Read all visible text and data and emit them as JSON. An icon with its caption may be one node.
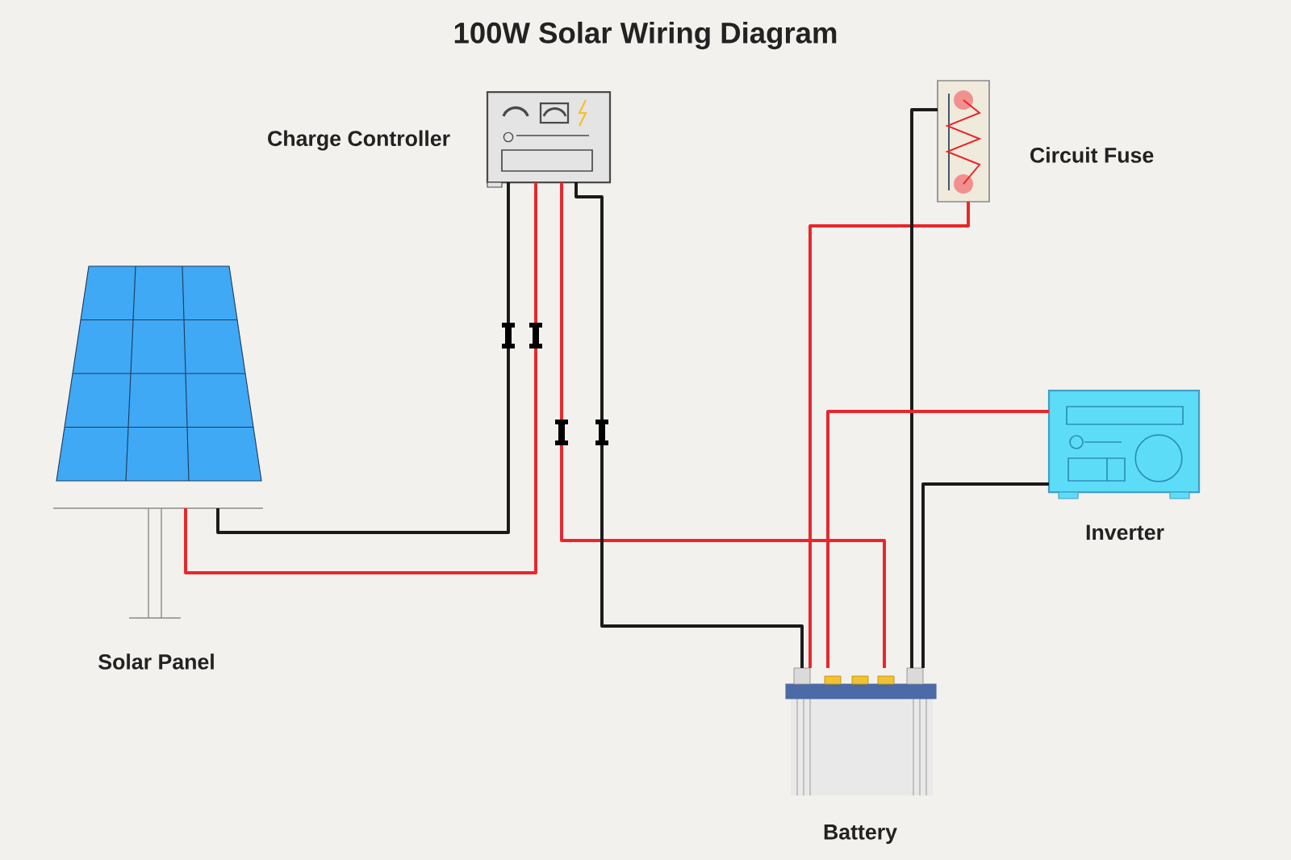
{
  "diagram": {
    "title": "100W Solar Wiring Diagram",
    "nodes": [
      {
        "text": [
          "Charge Controller"
        ]
      },
      {
        "text": [
          "Circuit Fuse"
        ]
      },
      {
        "text": [
          "Solar Panel"
        ]
      },
      {
        "text": [
          "Inverter"
        ]
      },
      {
        "text": [
          "Battery"
        ]
      }
    ],
    "edges": [
      {
        "from": 2,
        "to": 0,
        "arrow": "none",
        "color": "#1a1a1a"
      },
      {
        "from": 2,
        "to": 0,
        "arrow": "none",
        "color": "#e8262b"
      },
      {
        "from": 0,
        "to": 4,
        "arrow": "none",
        "color": "#e8262b"
      },
      {
        "from": 0,
        "to": 4,
        "arrow": "none",
        "color": "#1a1a1a"
      },
      {
        "from": 1,
        "to": 4,
        "arrow": "none",
        "color": "#e8262b"
      },
      {
        "from": 1,
        "to": 4,
        "arrow": "none",
        "color": "#1a1a1a"
      },
      {
        "from": 3,
        "to": 4,
        "arrow": "none",
        "color": "#e8262b"
      },
      {
        "from": 3,
        "to": 4,
        "arrow": "none",
        "color": "#1a1a1a"
      }
    ]
  }
}
